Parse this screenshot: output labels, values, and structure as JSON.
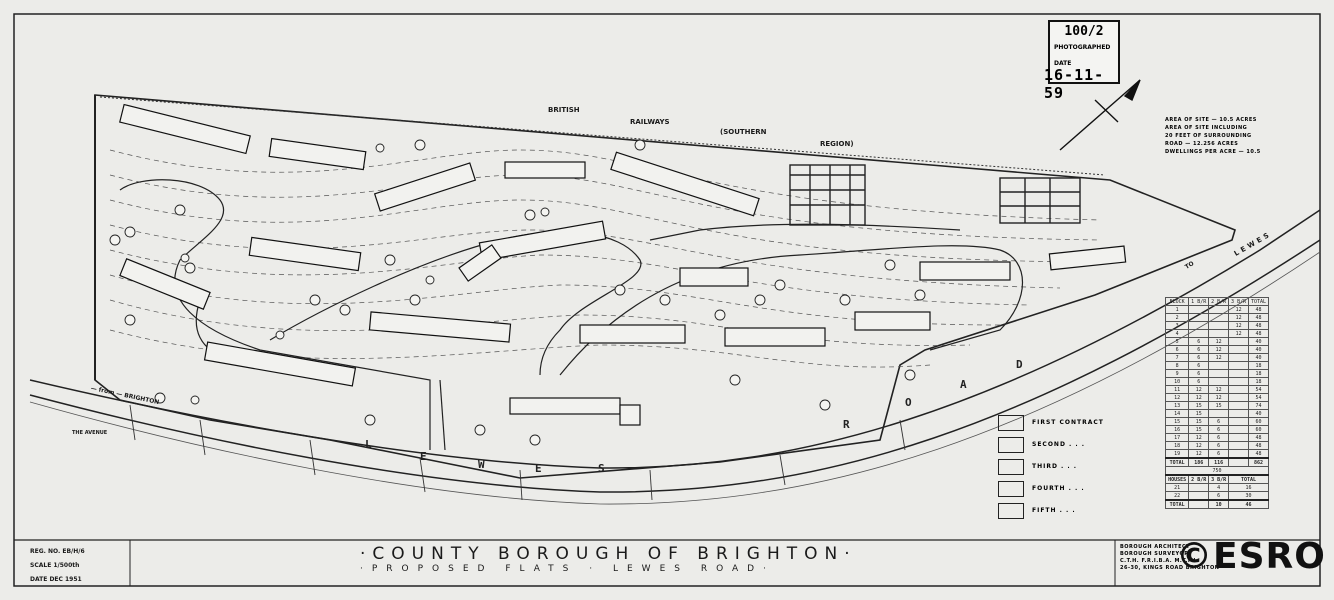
{
  "stamp": {
    "number": "100/2",
    "photographed_label": "PHOTOGRAPHED",
    "date_label": "DATE",
    "date": "16-11-59"
  },
  "railway": {
    "word1": "BRITISH",
    "word2": "RAILWAYS",
    "word3": "(SOUTHERN",
    "word4": "REGION)"
  },
  "roads": {
    "lewes_road": [
      "L",
      "E",
      "W",
      "E",
      "S"
    ],
    "road": [
      "R",
      "O",
      "A",
      "D"
    ],
    "from_brighton": "— from — BRIGHTON",
    "the_avenue": "THE AVENUE",
    "lewes_top": "LEWES",
    "to": "TO"
  },
  "areas": {
    "line1": "AREA OF SITE — 10.5 ACRES",
    "line2": "AREA OF SITE INCLUDING",
    "line3": "20 FEET OF SURROUNDING",
    "line4": "ROAD — 12.256 ACRES",
    "line5": "DWELLINGS PER ACRE — 10.5"
  },
  "legend": {
    "items": [
      "FIRST CONTRACT",
      "SECOND  .  .  .",
      "THIRD  .  .  .",
      "FOURTH  .  .  .",
      "FIFTH  .  .  ."
    ]
  },
  "schedule": {
    "header": [
      "BLOCK",
      "1 B/R",
      "2 B/R",
      "3 B/R",
      "TOTAL"
    ],
    "rows": [
      [
        "1",
        "",
        "",
        "12",
        "48"
      ],
      [
        "2",
        "",
        "",
        "12",
        "48"
      ],
      [
        "3",
        "",
        "",
        "12",
        "48"
      ],
      [
        "4",
        "",
        "",
        "12",
        "48"
      ],
      [
        "5",
        "6",
        "12",
        "",
        "40"
      ],
      [
        "6",
        "6",
        "12",
        "",
        "40"
      ],
      [
        "7",
        "6",
        "12",
        "",
        "40"
      ],
      [
        "8",
        "6",
        "",
        "",
        "18"
      ],
      [
        "9",
        "6",
        "",
        "",
        "18"
      ],
      [
        "10",
        "6",
        "",
        "",
        "18"
      ],
      [
        "11",
        "12",
        "12",
        "",
        "54"
      ],
      [
        "12",
        "12",
        "12",
        "",
        "54"
      ],
      [
        "13",
        "15",
        "15",
        "",
        "74"
      ],
      [
        "14",
        "15",
        "",
        "",
        "40"
      ],
      [
        "15",
        "15",
        "6",
        "",
        "60"
      ],
      [
        "16",
        "15",
        "6",
        "",
        "60"
      ],
      [
        "17",
        "12",
        "6",
        "",
        "48"
      ],
      [
        "18",
        "12",
        "6",
        "",
        "48"
      ],
      [
        "19",
        "12",
        "6",
        "",
        "48"
      ]
    ],
    "total": [
      "TOTAL",
      "186",
      "116",
      "",
      "862"
    ],
    "total2": "750",
    "sub_header": [
      "HOUSES",
      "2 B/R",
      "3 B/R",
      "TOTAL"
    ],
    "sub_rows": [
      [
        "21",
        "",
        "4",
        "16"
      ],
      [
        "22",
        "",
        "6",
        "30"
      ]
    ],
    "sub_total": [
      "TOTAL",
      "",
      "10",
      "46"
    ]
  },
  "title_block": {
    "reg_no": "REG. NO. EB/H/6",
    "scale": "SCALE 1/500th",
    "date": "DATE DEC 1951",
    "title": "·COUNTY BOROUGH OF BRIGHTON·",
    "subtitle": "·PROPOSED FLATS · LEWES ROAD·",
    "architect_lines": [
      "BOROUGH ARCHITECT",
      "BOROUGH SURVEYOR",
      "C.T.H. F.R.I.B.A. M.T.P.I."
    ],
    "address": "26-30, KINGS ROAD BRIGHTON"
  },
  "watermark": "©ESRO"
}
